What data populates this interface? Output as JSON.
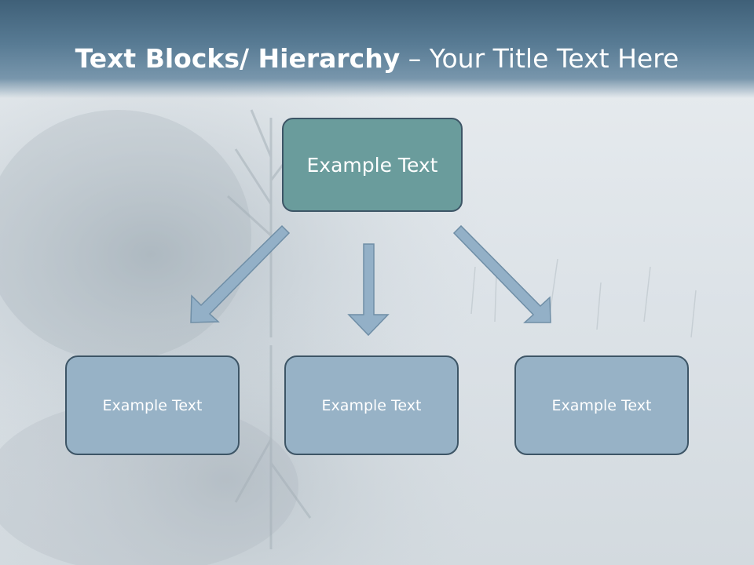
{
  "title": {
    "bold": "Text Blocks/ Hierarchy",
    "rest": " – Your Title Text Here"
  },
  "top_node": {
    "label": "Example Text"
  },
  "child_nodes": [
    {
      "label": "Example Text"
    },
    {
      "label": "Example Text"
    },
    {
      "label": "Example Text"
    }
  ],
  "colors": {
    "title_band": "#4d6f88",
    "top_node_fill": "#6a9c9c",
    "child_node_fill": "#97b2c6",
    "node_border": "#3d5566",
    "arrow_fill": "#93b0c7",
    "arrow_stroke": "#6f8ea6"
  }
}
